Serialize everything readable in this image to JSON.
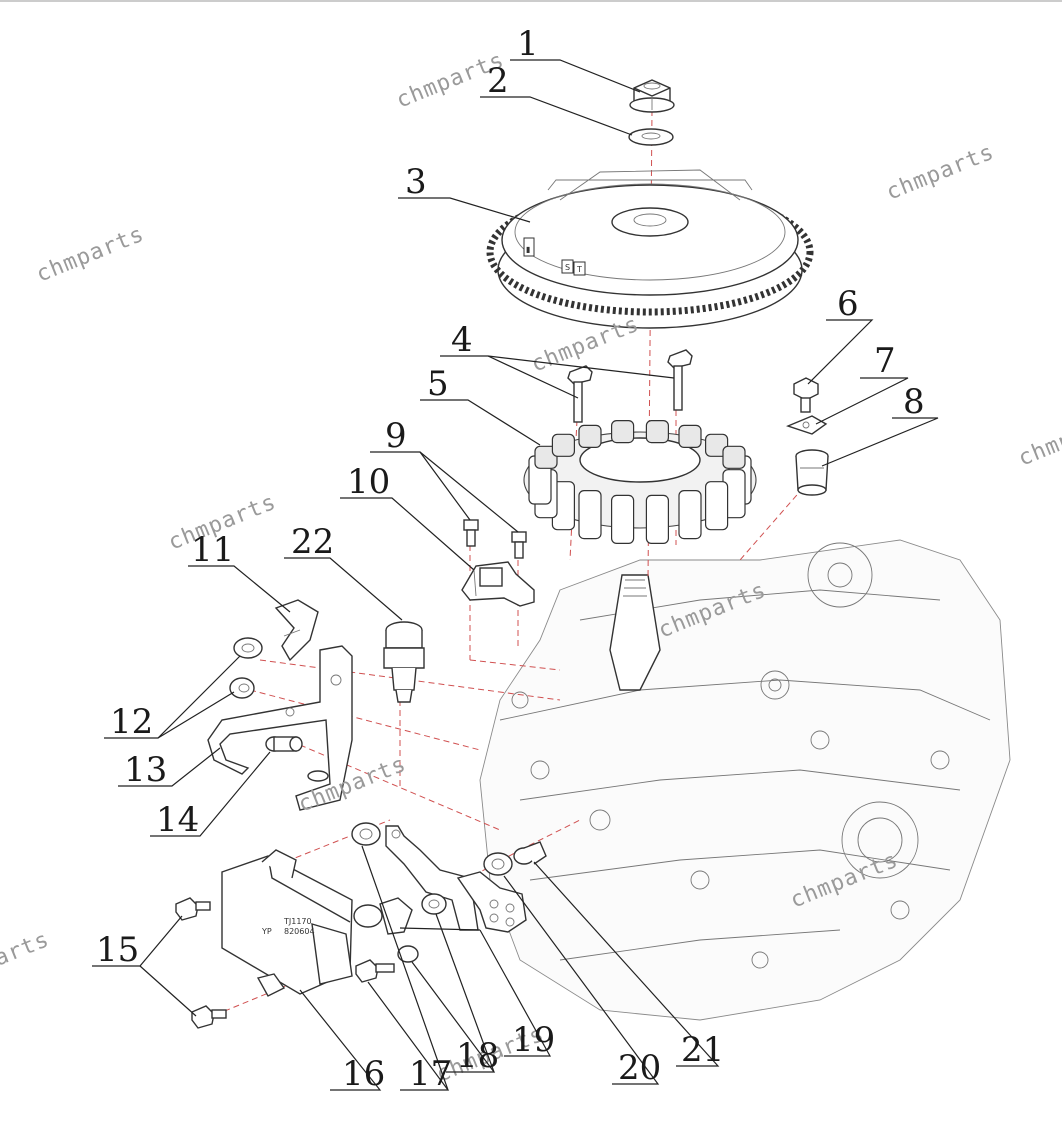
{
  "callouts": [
    {
      "id": "1",
      "text": "1"
    },
    {
      "id": "2",
      "text": "2"
    },
    {
      "id": "3",
      "text": "3"
    },
    {
      "id": "4",
      "text": "4"
    },
    {
      "id": "5",
      "text": "5"
    },
    {
      "id": "6",
      "text": "6"
    },
    {
      "id": "7",
      "text": "7"
    },
    {
      "id": "8",
      "text": "8"
    },
    {
      "id": "9",
      "text": "9"
    },
    {
      "id": "10",
      "text": "10"
    },
    {
      "id": "11",
      "text": "11"
    },
    {
      "id": "12",
      "text": "12"
    },
    {
      "id": "13",
      "text": "13"
    },
    {
      "id": "14",
      "text": "14"
    },
    {
      "id": "15",
      "text": "15"
    },
    {
      "id": "16",
      "text": "16"
    },
    {
      "id": "17",
      "text": "17"
    },
    {
      "id": "18",
      "text": "18"
    },
    {
      "id": "19",
      "text": "19"
    },
    {
      "id": "20",
      "text": "20"
    },
    {
      "id": "21",
      "text": "21"
    },
    {
      "id": "22",
      "text": "22"
    }
  ],
  "watermark": "chmparts",
  "watermark_partial": "arts",
  "flywheel_marks": [
    "S",
    "T"
  ],
  "regulator_label": [
    "TJ1170",
    "820604"
  ],
  "regulator_brand": "YP",
  "colors": {
    "line": "#222222",
    "dash": "#d05050",
    "watermark": "#9a9a9a"
  }
}
